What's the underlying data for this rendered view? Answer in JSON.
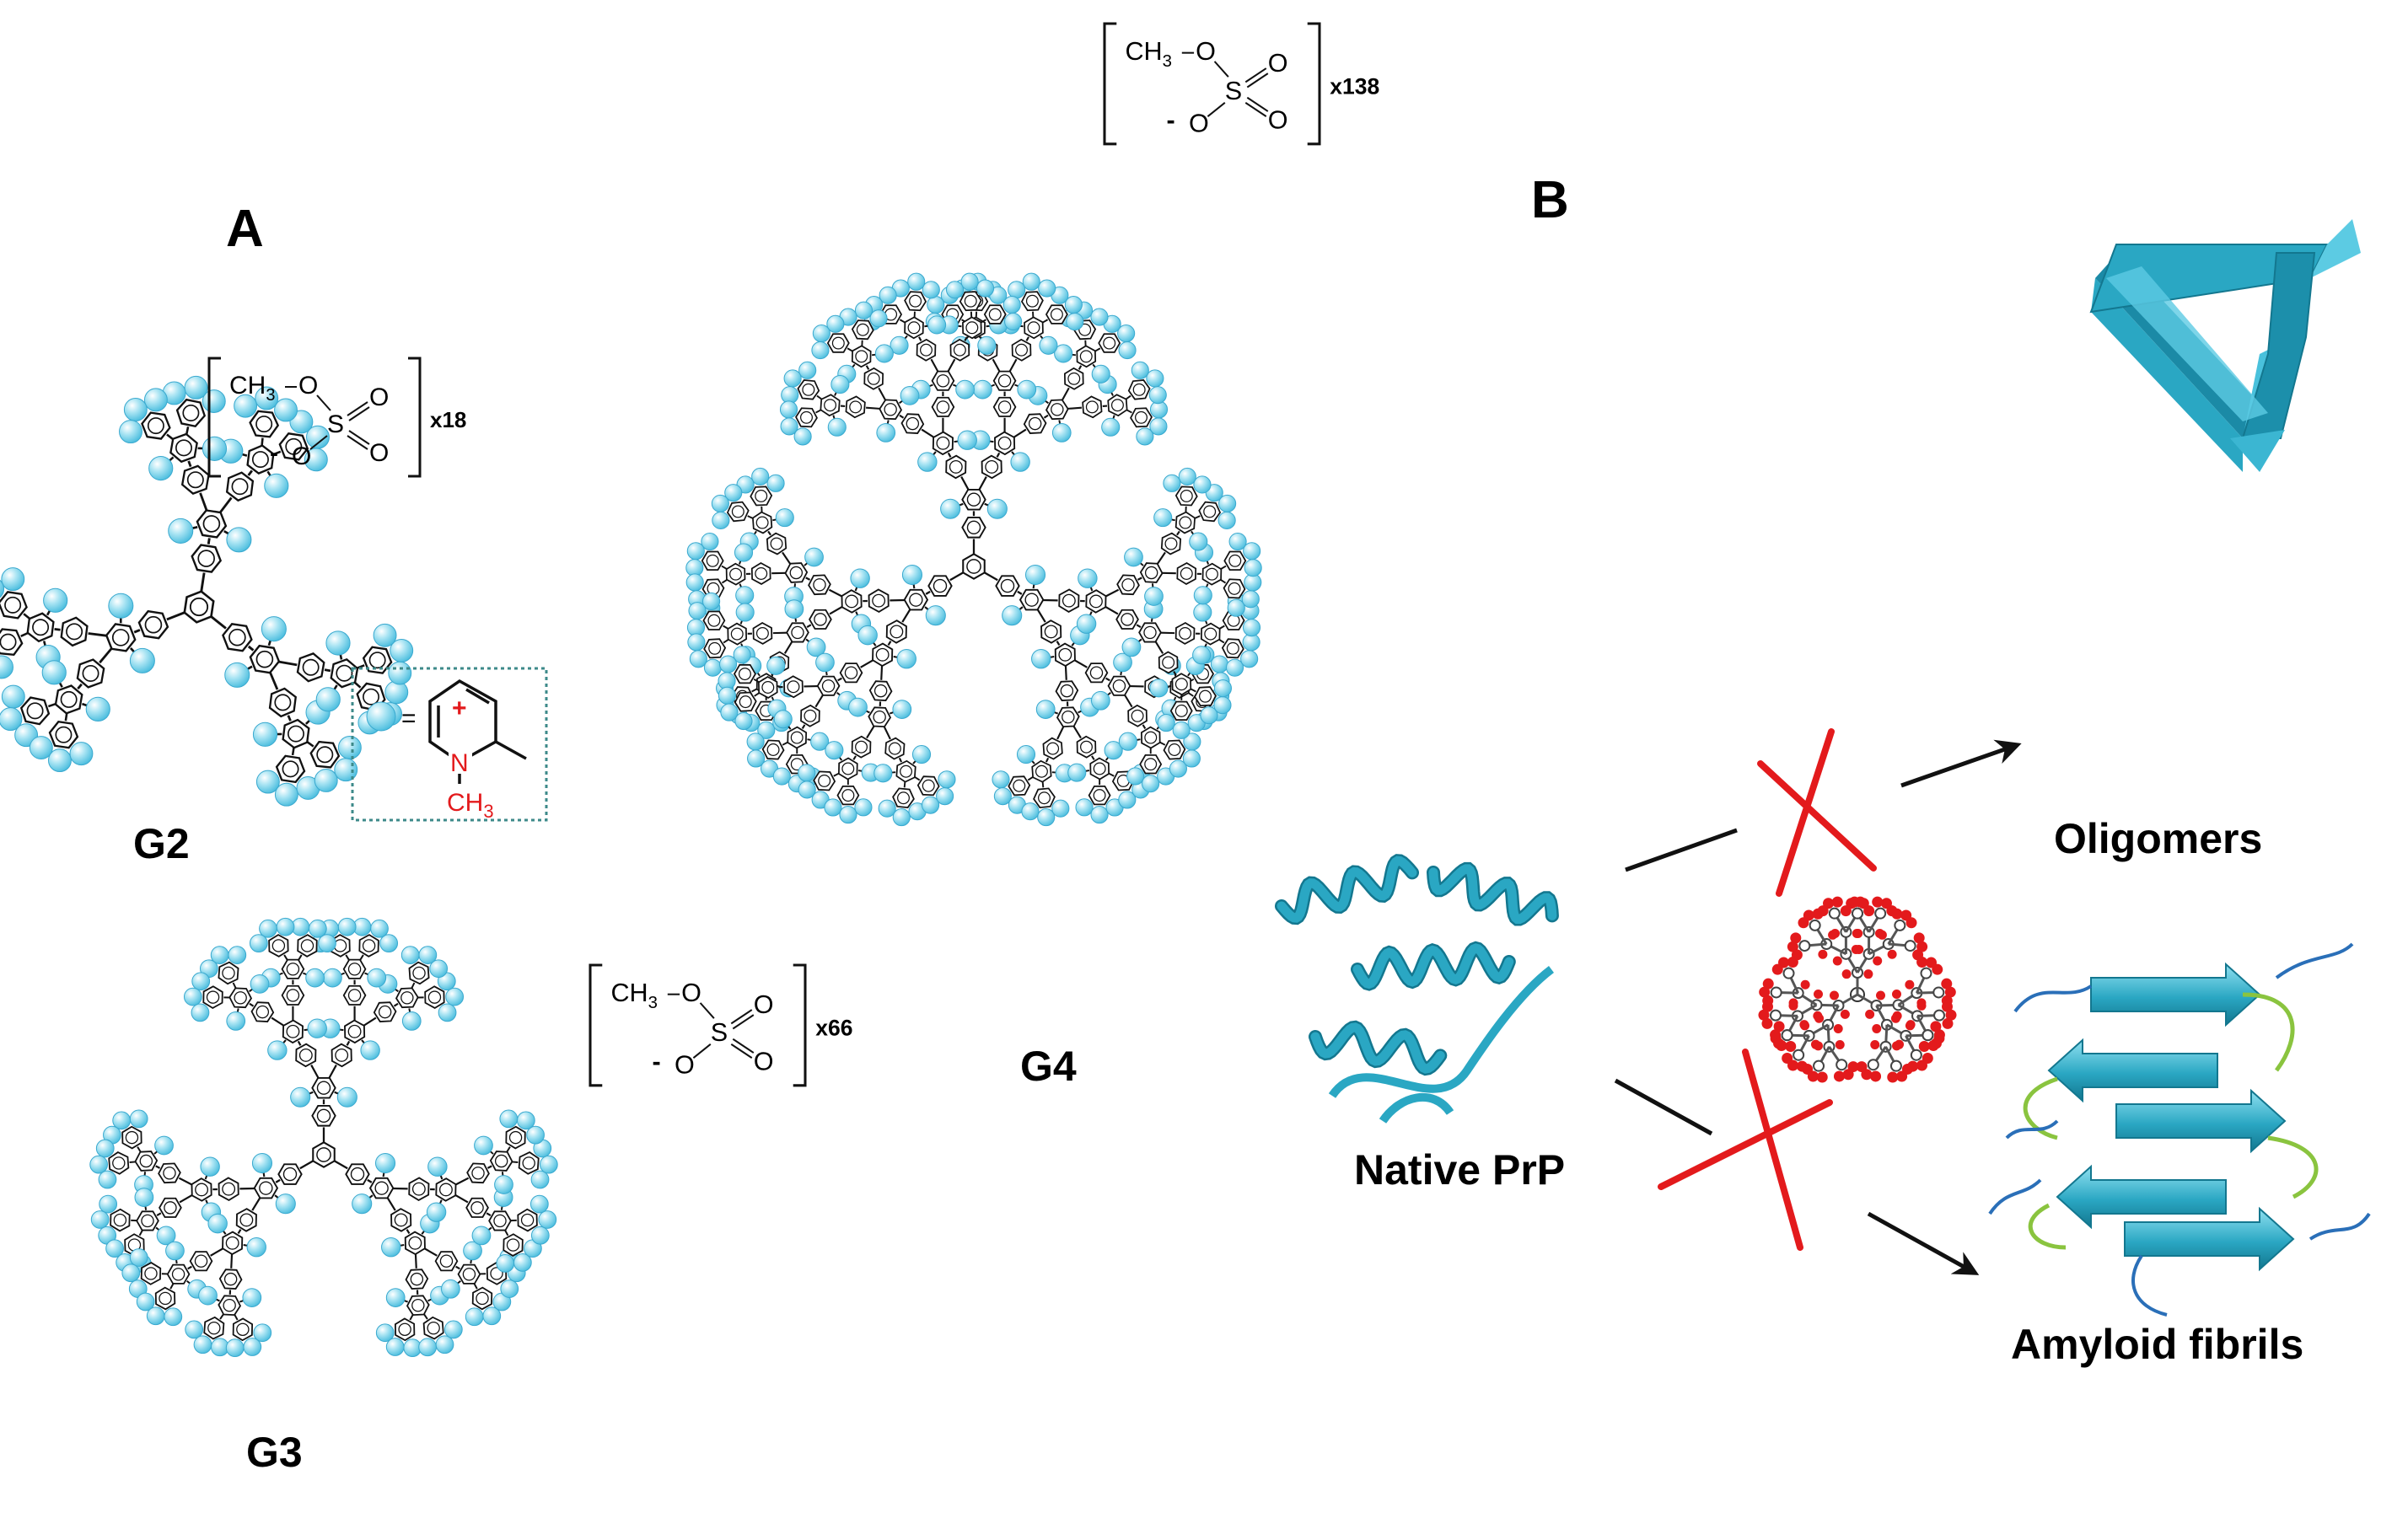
{
  "panels": {
    "a_label": "A",
    "b_label": "B"
  },
  "counterion": {
    "methyl": "CH",
    "methyl_sub": "3",
    "oxygen": "O",
    "sulfur": "S",
    "charge": "-",
    "g2_multiplier": "x18",
    "g3_multiplier": "x66",
    "g4_multiplier": "x138"
  },
  "generations": {
    "g2": "G2",
    "g3": "G3",
    "g4": "G4"
  },
  "legend": {
    "equals": "=",
    "plus": "+",
    "nitrogen": "N",
    "methyl": "CH",
    "methyl_sub": "3"
  },
  "panel_b": {
    "native": "Native PrP",
    "oligomers": "Oligomers",
    "fibrils": "Amyloid fibrils"
  },
  "colors": {
    "pyridinium": "#7fd3ea",
    "pyridinium_edge": "#3aa9cf",
    "protein": "#2aa7c3",
    "inhibition": "#e31a1c",
    "loop": "#8ac43f",
    "tail": "#2a6fb8",
    "bond": "#111111"
  }
}
